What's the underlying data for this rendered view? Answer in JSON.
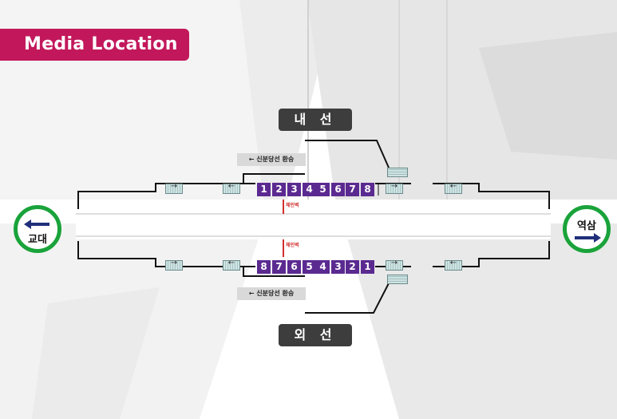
{
  "header": {
    "title": "Media Location"
  },
  "lines": {
    "inner": "내 선",
    "outer": "외 선"
  },
  "transfer": {
    "top": "← 신분당선 환승",
    "bottom": "← 신분당선 환승"
  },
  "stations": {
    "left": {
      "name": "교대",
      "direction": "left"
    },
    "right": {
      "name": "역삼",
      "direction": "right"
    }
  },
  "door_marker": {
    "top": "체인벽",
    "bottom": "체인벽"
  },
  "cars": {
    "top": [
      "1",
      "2",
      "3",
      "4",
      "5",
      "6",
      "7",
      "8"
    ],
    "bottom": [
      "8",
      "7",
      "6",
      "5",
      "4",
      "3",
      "2",
      "1"
    ]
  },
  "colors": {
    "title_bg": "#c2185b",
    "station_ring": "#19a33a",
    "car": "#5b2a91",
    "arrow": "#1f2f7a",
    "tag_bg": "#3d3d3d"
  }
}
